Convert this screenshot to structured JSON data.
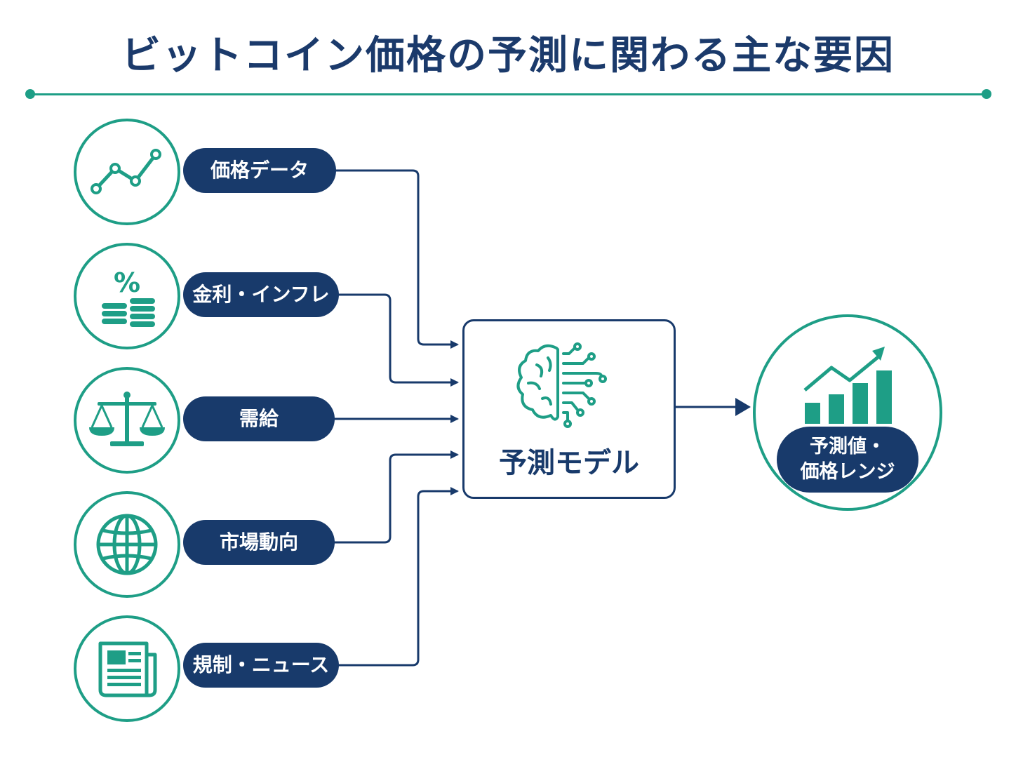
{
  "title": "ビットコイン価格の予測に関わる主な要因",
  "colors": {
    "navy": "#183a6b",
    "teal": "#1e9e86"
  },
  "factors": [
    {
      "label": "価格データ",
      "icon": "line-chart-icon"
    },
    {
      "label": "金利・インフレ",
      "icon": "percent-coins-icon"
    },
    {
      "label": "需給",
      "icon": "balance-scale-icon"
    },
    {
      "label": "市場動向",
      "icon": "globe-icon"
    },
    {
      "label": "規制・ニュース",
      "icon": "newspaper-icon"
    }
  ],
  "model": {
    "label": "予測モデル",
    "icon": "brain-circuit-icon"
  },
  "output": {
    "line1": "予測値・",
    "line2": "価格レンジ",
    "icon": "growth-bar-chart-icon"
  }
}
